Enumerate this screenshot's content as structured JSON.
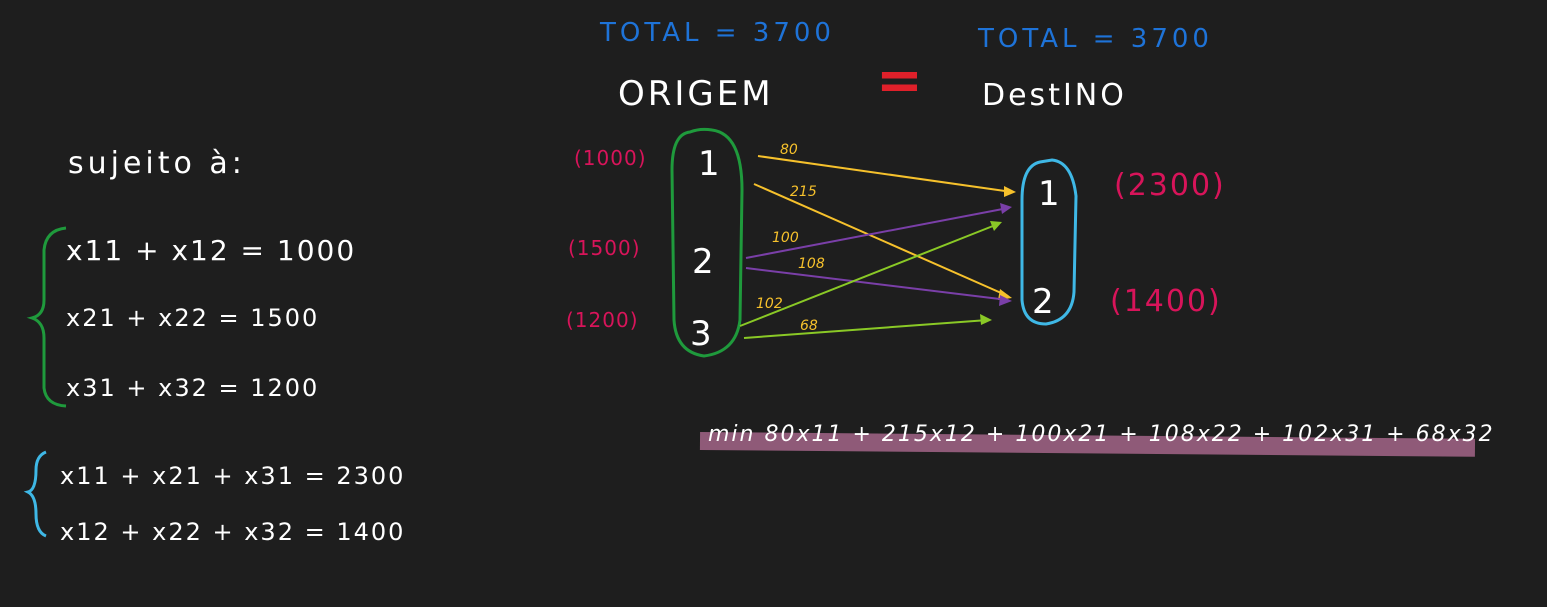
{
  "header": {
    "total_origin": "TOTAL = 3700",
    "total_dest": "TOTAL = 3700",
    "origin_label": "ORIGEM",
    "equals_mark": "=",
    "dest_label": "DestINO"
  },
  "constraints": {
    "title": "sujeito à:",
    "supply": [
      "x11 + x12 = 1000",
      "x21 + x22 = 1500",
      "x31 + x32 = 1200"
    ],
    "demand": [
      "x11 + x21 + x31 = 2300",
      "x12 + x22 + x32 = 1400"
    ]
  },
  "network": {
    "origins": [
      {
        "label": "1",
        "supply": "(1000)"
      },
      {
        "label": "2",
        "supply": "(1500)"
      },
      {
        "label": "3",
        "supply": "(1200)"
      }
    ],
    "destinations": [
      {
        "label": "1",
        "demand": "(2300)"
      },
      {
        "label": "2",
        "demand": "(1400)"
      }
    ],
    "arcs": [
      {
        "from": "1",
        "to": "1",
        "cost": "80",
        "color": "#f6c12c"
      },
      {
        "from": "1",
        "to": "2",
        "cost": "215",
        "color": "#f6c12c"
      },
      {
        "from": "2",
        "to": "1",
        "cost": "100",
        "color": "#7a3fa8"
      },
      {
        "from": "2",
        "to": "2",
        "cost": "108",
        "color": "#7a3fa8"
      },
      {
        "from": "3",
        "to": "1",
        "cost": "102",
        "color": "#8ac926"
      },
      {
        "from": "3",
        "to": "2",
        "cost": "68",
        "color": "#8ac926"
      }
    ]
  },
  "objective": {
    "text": "min 80x11 + 215x12 + 100x21 + 108x22 + 102x31 + 68x32"
  },
  "colors": {
    "background": "#1e1e1e",
    "blue": "#1e73d8",
    "red": "#d8145a",
    "green_box": "#1f9a3c",
    "cyan_box": "#3fb8e6",
    "highlight": "#8f5a78",
    "equals_red": "#e0202a"
  }
}
